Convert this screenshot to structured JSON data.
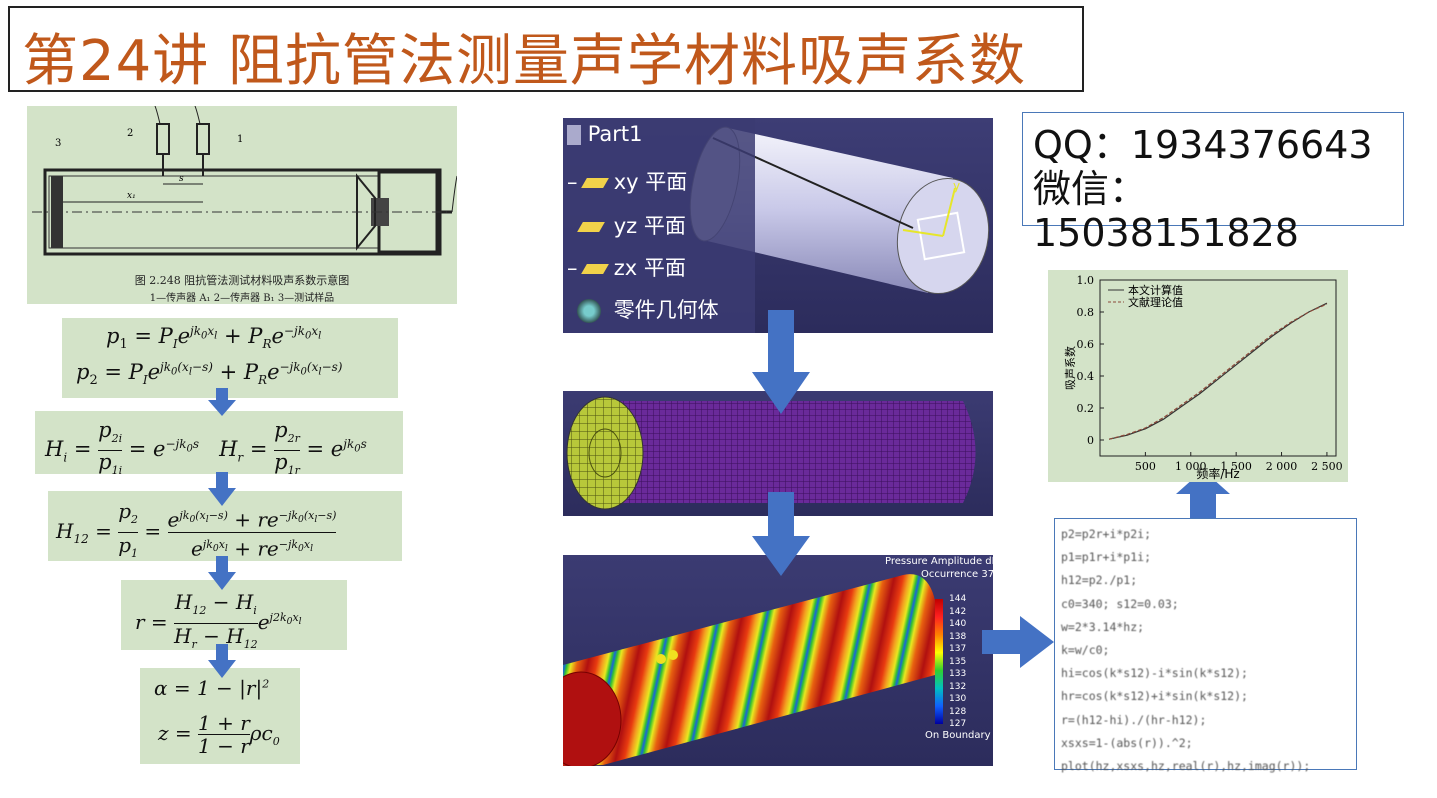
{
  "title": "第24讲 阻抗管法测量声学材料吸声系数",
  "colors": {
    "accent": "#c0581b",
    "arrow": "#4472c4",
    "green_bg": "#d3e3c8",
    "tree_bg": "#3a3a6e"
  },
  "schematic": {
    "caption": "图 2.248   阻抗管法测试材料吸声系数示意图",
    "legend": "1—传声器 A₁   2—传声器 B₁   3—测试样品",
    "labels": [
      "3",
      "2",
      "1",
      "x₁",
      "s"
    ]
  },
  "equations": {
    "p1": "p₁ = P_I e^{jk₀x_l} + P_R e^{−jk₀x_l}",
    "p2": "p₂ = P_I e^{jk₀(x_l−s)} + P_R e^{−jk₀(x_l−s)}",
    "hi_hr": "H_i = p_2i/p_1i = e^{−jk₀s}   H_r = p_2r/p_1r = e^{jk₀s}",
    "h12": "H₁₂ = p₂/p₁ = (e^{jk₀(x_l−s)} + r e^{−jk₀(x_l−s)}) / (e^{jk₀x_l} + r e^{−jk₀x_l})",
    "r": "r = (H₁₂ − H_i)/(H_r − H₁₂) e^{j2k₀x_l}",
    "alpha": "α = 1 − |r|²",
    "z": "z = (1 + r)/(1 − r) ρc₀"
  },
  "tree": {
    "root": "Part1",
    "items": [
      "xy 平面",
      "yz 平面",
      "zx 平面",
      "零件几何体"
    ]
  },
  "contact": {
    "qq": "QQ：1934376643",
    "wechat": "微信：15038151828"
  },
  "result": {
    "header": "Pressure Amplitude dB(",
    "subheader": "Occurrence 37",
    "scale": [
      "144",
      "142",
      "140",
      "138",
      "137",
      "135",
      "133",
      "132",
      "130",
      "128",
      "127"
    ],
    "footer": "On Boundary"
  },
  "code": [
    "p2=p2r+i*p2i;",
    "p1=p1r+i*p1i;",
    "h12=p2./p1;",
    "c0=340;  s12=0.03;",
    "w=2*3.14*hz;",
    "k=w/c0;",
    "hi=cos(k*s12)-i*sin(k*s12);",
    "hr=cos(k*s12)+i*sin(k*s12);",
    "r=(h12-hi)./(hr-h12);",
    "xsxs=1-(abs(r)).^2;",
    "plot(hz,xsxs,hz,real(r),hz,imag(r));"
  ],
  "chart_data": {
    "type": "line",
    "xlabel": "频率/Hz",
    "ylabel": "吸声系数",
    "xlim": [
      0,
      2600
    ],
    "ylim": [
      -0.1,
      1.0
    ],
    "xticks": [
      "500",
      "1 000",
      "1 500",
      "2 000",
      "2 500"
    ],
    "yticks": [
      "0",
      "0.2",
      "0.4",
      "0.6",
      "0.8",
      "1.0"
    ],
    "legend_position": "top-left",
    "series": [
      {
        "name": "本文计算值",
        "style": "solid",
        "x": [
          100,
          300,
          500,
          700,
          900,
          1100,
          1300,
          1500,
          1700,
          1900,
          2100,
          2300,
          2500
        ],
        "values": [
          0.005,
          0.03,
          0.07,
          0.13,
          0.21,
          0.29,
          0.38,
          0.47,
          0.56,
          0.65,
          0.73,
          0.8,
          0.855
        ]
      },
      {
        "name": "文献理论值",
        "style": "dashed",
        "x": [
          100,
          300,
          500,
          700,
          900,
          1100,
          1300,
          1500,
          1700,
          1900,
          2100,
          2300,
          2500
        ],
        "values": [
          0.005,
          0.035,
          0.075,
          0.14,
          0.22,
          0.3,
          0.39,
          0.48,
          0.57,
          0.66,
          0.735,
          0.8,
          0.85
        ]
      }
    ]
  }
}
